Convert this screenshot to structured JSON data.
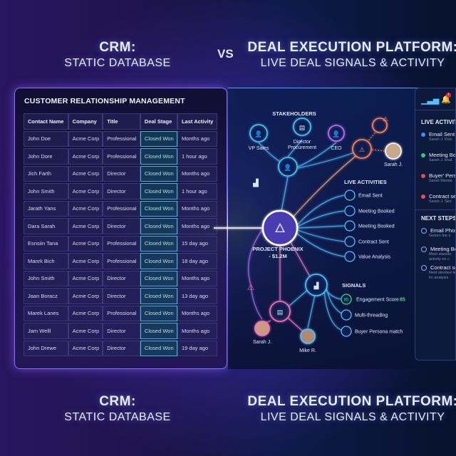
{
  "header": {
    "left_title": "CRM:",
    "left_subtitle": "STATIC DATABASE",
    "vs": "VS",
    "right_title": "DEAL EXECUTION PLATFORM:",
    "right_subtitle": "LIVE DEAL SIGNALS & ACTIVITY"
  },
  "footer": {
    "left_title": "CRM:",
    "left_subtitle": "STATIC DATABASE",
    "right_title": "DEAL EXECUTION PLATFORM:",
    "right_subtitle": "LIVE DEAL SIGNALS & ACTIVITY"
  },
  "crm": {
    "title": "CUSTOMER RELATIONSHIP MANAGEMENT",
    "columns": [
      "Contact Name",
      "Company",
      "Title",
      "Deal Stage",
      "Last Activity"
    ],
    "rows": [
      [
        "John Doe",
        "Acme Corp",
        "Professional",
        "Closed Won",
        "Months ago"
      ],
      [
        "John Dore",
        "Acme Corp",
        "Professional",
        "Closed Won",
        "1 hour ago"
      ],
      [
        "Jich Farth",
        "Acme Corp",
        "Director",
        "Closed Won",
        "Months ago"
      ],
      [
        "John Smith",
        "Acme Corp",
        "Director",
        "Closed Won",
        "1 hour ago"
      ],
      [
        "Jarath Yans",
        "Acme Corp",
        "Professional",
        "Closed Won",
        "Months ago"
      ],
      [
        "Dara Sarah",
        "Acme Corp",
        "Director",
        "Closed Won",
        "Months ago"
      ],
      [
        "Esnsiin Tana",
        "Acme Corp",
        "Professional",
        "Closed Won",
        "15 day ago"
      ],
      [
        "Manrk Bich",
        "Acme Corp",
        "Professional",
        "Closed Won",
        "18 day ago"
      ],
      [
        "John Smith",
        "Acme Corp",
        "Director",
        "Closed Won",
        "Months ago"
      ],
      [
        "Jaan Boracz",
        "Acme Corp",
        "Director",
        "Closed Won",
        "13 day ago"
      ],
      [
        "Marek Lanes",
        "Acme Corp",
        "Professional",
        "Closed Won",
        "Months ago"
      ],
      [
        "Jam Welll",
        "Acme Corp",
        "Director",
        "Closed Won",
        "Months ago"
      ],
      [
        "John Drewe",
        "Acme Corp",
        "Director",
        "Closed Won",
        "19 day ago"
      ]
    ]
  },
  "deal": {
    "stakeholders_label": "STAKEHOLDERS",
    "stakeholders": [
      "VP Sales",
      "Director Procurement",
      "CEO"
    ],
    "director_line1": "Director",
    "director_line2": "Procurement",
    "contact_top": "Sarah J.",
    "project_line1": "PROJECT PHOENIX",
    "project_line2": "- $1.2M",
    "live_label": "LIVE ACTIVITIES",
    "live": [
      "Email Sent",
      "Meeting Booked",
      "Meeting Booked",
      "Contract Sent",
      "Value Analysis"
    ],
    "signals_label": "SIGNALS",
    "signals": [
      "Engagement Score",
      "Multi-threading",
      "Buyer Persona match"
    ],
    "engagement_score": "85",
    "contacts_bottom": [
      "Sarah J.",
      "Mike R."
    ]
  },
  "sidebar": {
    "notification_badge": "!",
    "live_title": "LIVE ACTIVITY",
    "live": [
      {
        "label": "Email Sent",
        "sub": "Sarah J. Knic",
        "color": "#3b8cff"
      },
      {
        "label": "Meeting Booked",
        "sub": "Sarah J. knal",
        "color": "#2ecc71"
      },
      {
        "label": "Buyer' Persona",
        "sub": "Sarah Monde",
        "color": "#e05050"
      },
      {
        "label": "Contract sent",
        "sub": "Sarah J. Sev",
        "color": "#e05050"
      }
    ],
    "next_title": "NEXT STEPS",
    "next": [
      {
        "label": "Email Phose",
        "sub": "Getoro tne s"
      },
      {
        "label": "Meeting Booked",
        "sub": "Mext stanolo activity en c"
      },
      {
        "label": "Contract sent",
        "sub": "Next stnotive te lm analysis"
      }
    ]
  },
  "colors": {
    "crm_accent": "#8a70ff",
    "stage_cell": "#3fb8d0",
    "platform_accent": "#3fa8ff",
    "alert": "#ff7a45",
    "score": "#2ee07a"
  }
}
